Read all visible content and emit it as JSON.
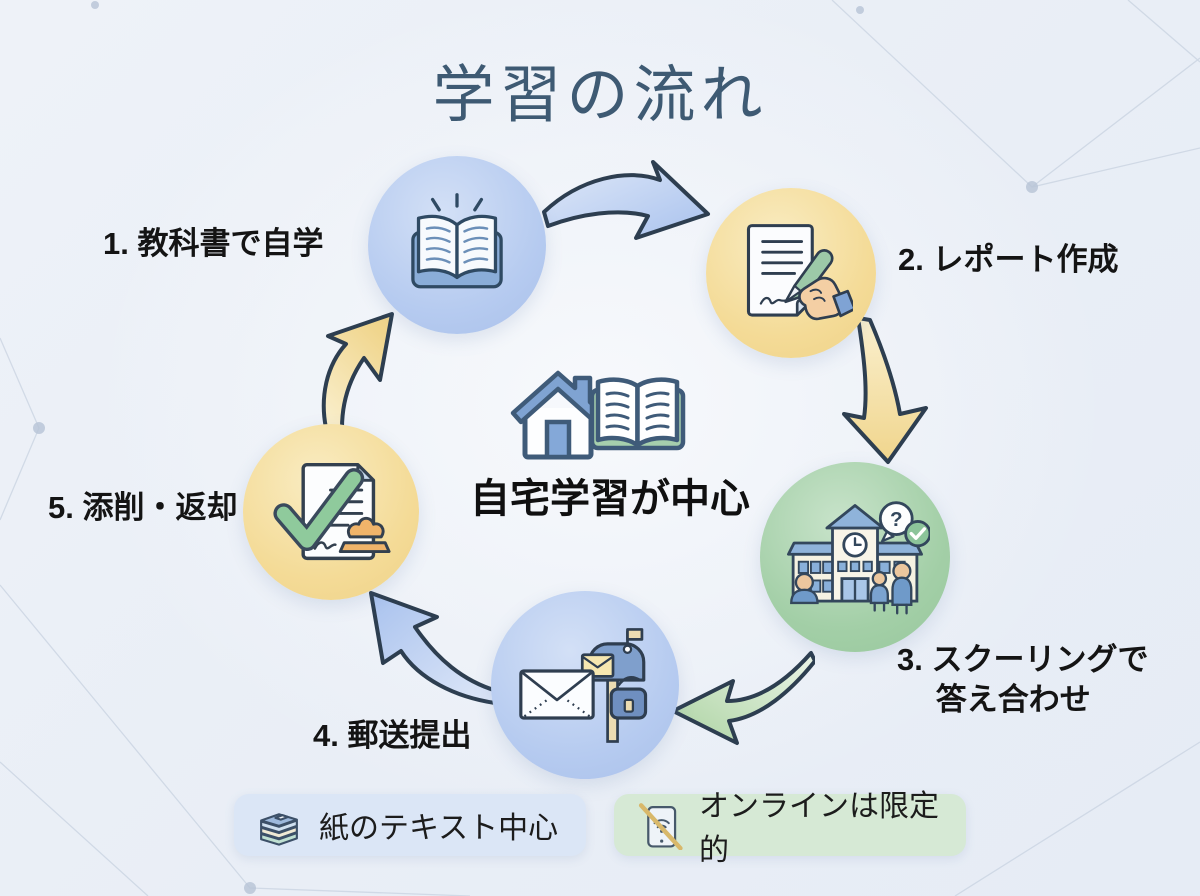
{
  "title": "学習の流れ",
  "title_color": "#3e5a73",
  "steps": [
    {
      "label": "1. 教科書で自学",
      "icon": "open-textbook-icon",
      "circle_color": "#b6cbf0"
    },
    {
      "label": "2. レポート作成",
      "icon": "report-writing-icon",
      "circle_color": "#f4db97"
    },
    {
      "label": "3. スクーリングで\n答え合わせ",
      "icon": "school-icon",
      "circle_color": "#a3cfa7",
      "bubble": "?"
    },
    {
      "label": "4. 郵送提出",
      "icon": "mailbox-icon",
      "circle_color": "#b4c9ee"
    },
    {
      "label": "5. 添削・返却",
      "icon": "graded-report-icon",
      "circle_color": "#f4db97"
    }
  ],
  "center": {
    "label": "自宅学習が中心",
    "icons": [
      "house-icon",
      "open-book-icon"
    ]
  },
  "legend": [
    {
      "label": "紙のテキスト中心",
      "icon": "book-stack-icon",
      "bg_color": "#dbe6f6"
    },
    {
      "label": "オンラインは限定的",
      "icon": "tablet-no-wifi-icon",
      "bg_color": "#d6e9d5"
    }
  ],
  "arrow_colors": {
    "blue": "#b5c9ee",
    "yellow": "#f3dc9a",
    "green": "#b8daae"
  }
}
